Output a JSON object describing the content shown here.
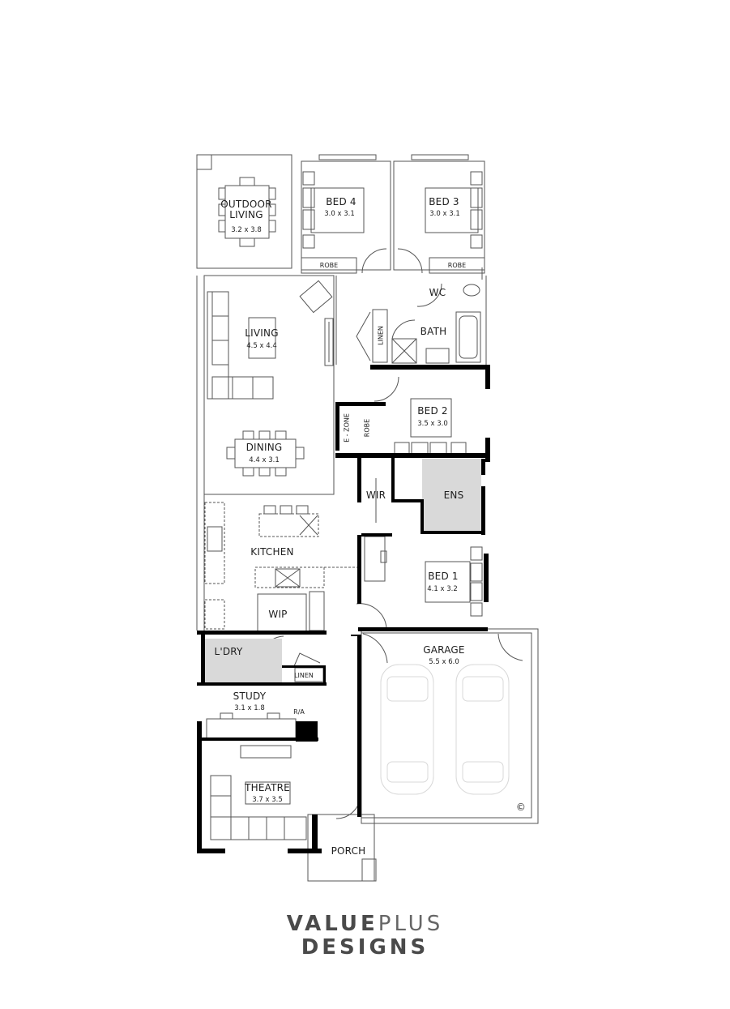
{
  "plan": {
    "colors": {
      "wall": "#000000",
      "line": "#555555",
      "wet_area": "#d9d9d9",
      "car_outline": "#d8d8d8",
      "text": "#1e1e1e"
    },
    "rooms": [
      {
        "id": "outdoor",
        "name": "OUTDOOR\nLIVING",
        "name_l1": "OUTDOOR",
        "name_l2": "LIVING",
        "dim": "3.2 x 3.8"
      },
      {
        "id": "bed4",
        "name": "BED 4",
        "dim": "3.0 x 3.1"
      },
      {
        "id": "bed3",
        "name": "BED 3",
        "dim": "3.0 x 3.1"
      },
      {
        "id": "living",
        "name": "LIVING",
        "dim": "4.5 x 4.4"
      },
      {
        "id": "dining",
        "name": "DINING",
        "dim": "4.4 x 3.1"
      },
      {
        "id": "bed2",
        "name": "BED 2",
        "dim": "3.5 x 3.0"
      },
      {
        "id": "kitchen",
        "name": "KITCHEN"
      },
      {
        "id": "bed1",
        "name": "BED 1",
        "dim": "4.1 x 3.2"
      },
      {
        "id": "garage",
        "name": "GARAGE",
        "dim": "5.5 x 6.0"
      },
      {
        "id": "study",
        "name": "STUDY",
        "dim": "3.1 x 1.8"
      },
      {
        "id": "theatre",
        "name": "THEATRE",
        "dim": "3.7 x 3.5"
      },
      {
        "id": "porch",
        "name": "PORCH"
      }
    ],
    "labels": {
      "robe_bed4": "ROBE",
      "robe_bed3": "ROBE",
      "wc": "WC",
      "bath": "BATH",
      "linen_hall": "LINEN",
      "ezone": "E - ZONE",
      "robe_bed2": "ROBE",
      "wir": "WIR",
      "ens": "ENS",
      "wip": "WIP",
      "ldry": "L'DRY",
      "linen_ldry": "LINEN",
      "ra": "R/A",
      "copyright": "©"
    }
  },
  "brand": {
    "line1_bold": "VALUE",
    "line1_light": "PLUS",
    "line2": "DESIGNS"
  }
}
